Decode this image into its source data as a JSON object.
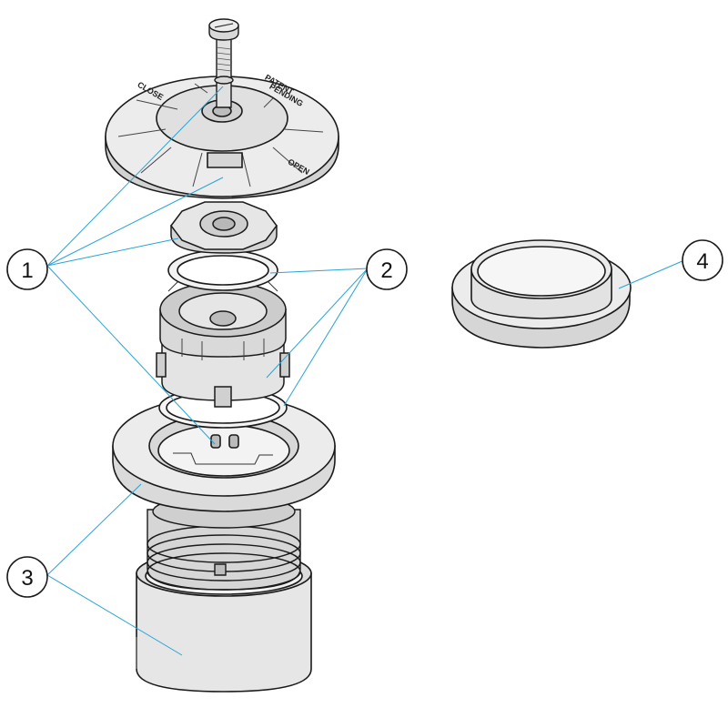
{
  "diagram": {
    "callouts": [
      {
        "id": "1",
        "label": "1"
      },
      {
        "id": "2",
        "label": "2"
      },
      {
        "id": "3",
        "label": "3"
      },
      {
        "id": "4",
        "label": "4"
      }
    ],
    "cover_text": {
      "close": "CLOSE",
      "open": "OPEN",
      "patent": "PATENT",
      "pending": "PENDING"
    },
    "colors": {
      "line": "#1a1a1a",
      "leader": "#29a3d6",
      "fill_light": "#e9e9e9",
      "fill_mid": "#d3d3d3",
      "fill_dark": "#b5b5b5"
    }
  }
}
